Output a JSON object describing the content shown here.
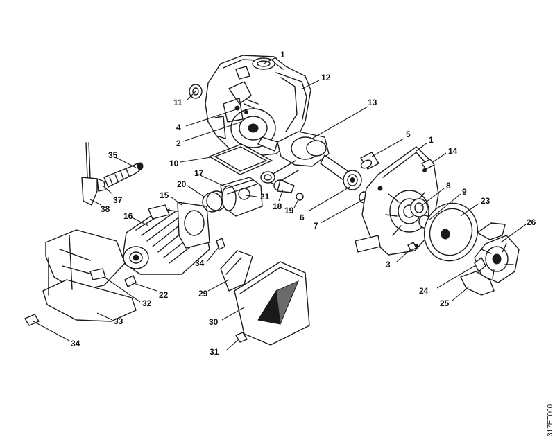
{
  "drawing_code": "317ET000",
  "callouts": [
    "1",
    "2",
    "3",
    "4",
    "5",
    "6",
    "7",
    "8",
    "9",
    "10",
    "11",
    "12",
    "13",
    "14",
    "15",
    "16",
    "17",
    "18",
    "19",
    "20",
    "21",
    "22",
    "23",
    "24",
    "25",
    "26",
    "29",
    "30",
    "31",
    "32",
    "33",
    "34",
    "35",
    "37",
    "38"
  ]
}
